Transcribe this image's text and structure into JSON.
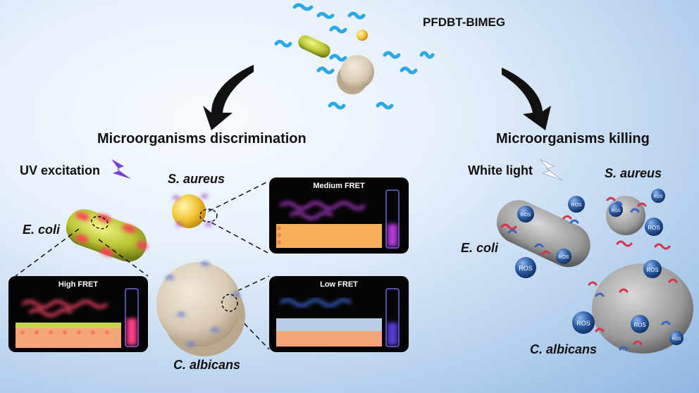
{
  "title": "PFDBT-BIMEG",
  "left": {
    "heading": "Microorganisms discrimination",
    "excitation": "UV excitation",
    "organisms": {
      "ecoli": "E. coli",
      "saureus": "S. aureus",
      "calbicans": "C. albicans"
    },
    "panels": {
      "high": "High FRET",
      "medium": "Medium FRET",
      "low": "Low FRET"
    }
  },
  "right": {
    "heading": "Microorganisms killing",
    "light": "White light",
    "organisms": {
      "ecoli": "E. coli",
      "saureus": "S. aureus",
      "calbicans": "C. albicans"
    },
    "ros_label": "ROS"
  },
  "colors": {
    "polymer": "#2aa9e6",
    "ecoli": "#b9c532",
    "saureus": "#f1c232",
    "calbicans": "#d8c9b3",
    "arrow": "#111111",
    "ros": "#2d5fa8",
    "fret_high": "#e0356b",
    "fret_medium": "#b23ad6",
    "fret_low": "#3b3bd6"
  },
  "icons": {
    "uv": "lightning-bolt-purple-icon",
    "white_light": "lightning-bolt-white-icon"
  }
}
